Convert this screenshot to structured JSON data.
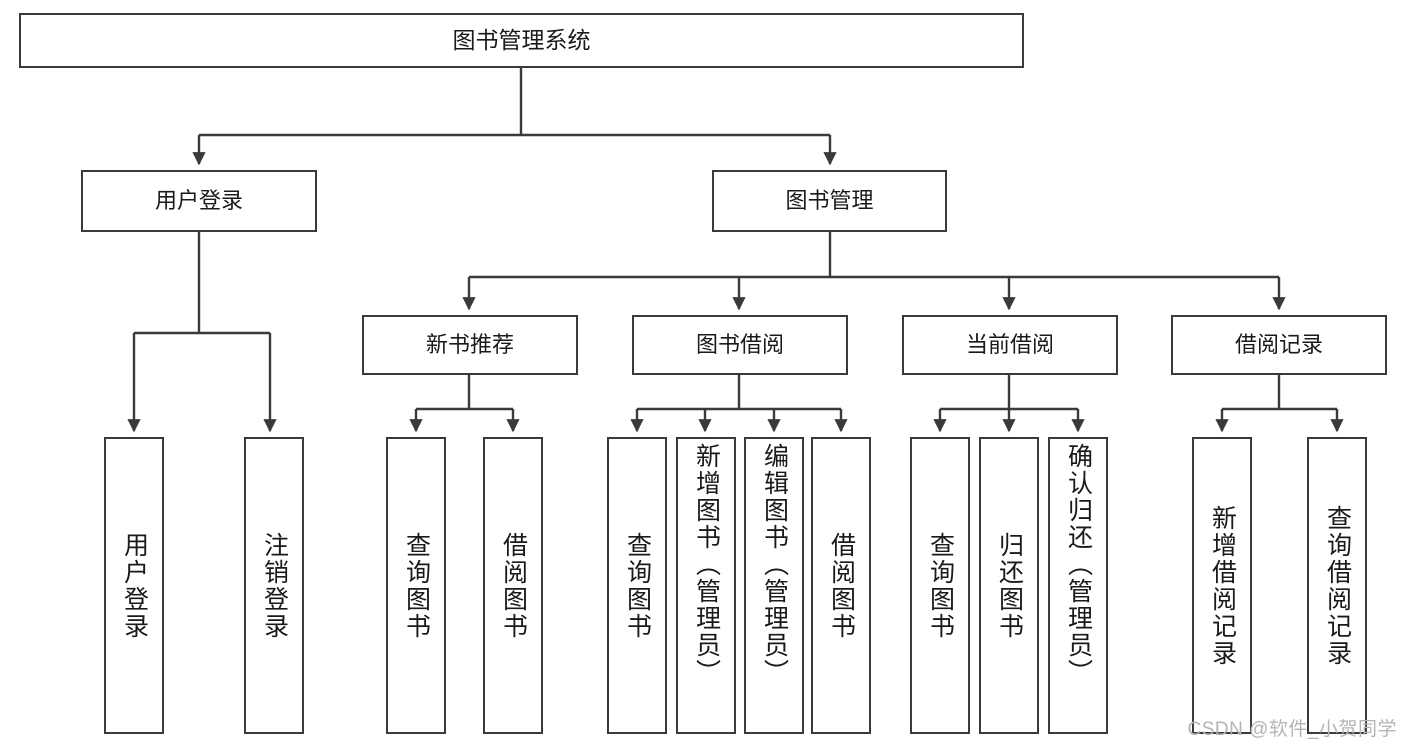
{
  "diagram": {
    "title_node": {
      "label": "图书管理系统"
    },
    "level1": [
      {
        "id": "user-login",
        "label": "用户登录"
      },
      {
        "id": "book-manage",
        "label": "图书管理"
      }
    ],
    "level2": [
      {
        "id": "new-book-recommend",
        "label": "新书推荐"
      },
      {
        "id": "book-borrow",
        "label": "图书借阅"
      },
      {
        "id": "current-borrow",
        "label": "当前借阅"
      },
      {
        "id": "borrow-record",
        "label": "借阅记录"
      }
    ],
    "leaves": {
      "user_login": [
        {
          "id": "leaf-user-login",
          "label": "用户登录"
        },
        {
          "id": "leaf-logout-login",
          "label": "注销登录"
        }
      ],
      "new_book_recommend": [
        {
          "id": "leaf-query-book-1",
          "label": "查询图书"
        },
        {
          "id": "leaf-borrow-book-1",
          "label": "借阅图书"
        }
      ],
      "book_borrow": [
        {
          "id": "leaf-query-book-2",
          "label": "查询图书"
        },
        {
          "id": "leaf-add-book",
          "label": "新增图书（管理员）"
        },
        {
          "id": "leaf-edit-book",
          "label": "编辑图书（管理员）"
        },
        {
          "id": "leaf-borrow-book-2",
          "label": "借阅图书"
        }
      ],
      "current_borrow": [
        {
          "id": "leaf-query-book-3",
          "label": "查询图书"
        },
        {
          "id": "leaf-return-book",
          "label": "归还图书"
        },
        {
          "id": "leaf-confirm-return",
          "label": "确认归还（管理员）"
        }
      ],
      "borrow_record": [
        {
          "id": "leaf-add-record",
          "label": "新增借阅记录"
        },
        {
          "id": "leaf-query-record",
          "label": "查询借阅记录"
        }
      ]
    }
  },
  "watermark": {
    "text": "CSDN @软件_小贺同学"
  },
  "colors": {
    "border": "#3a3a3a",
    "background": "#ffffff",
    "text": "#1a1a1a",
    "watermark": "#b4b4b4"
  }
}
